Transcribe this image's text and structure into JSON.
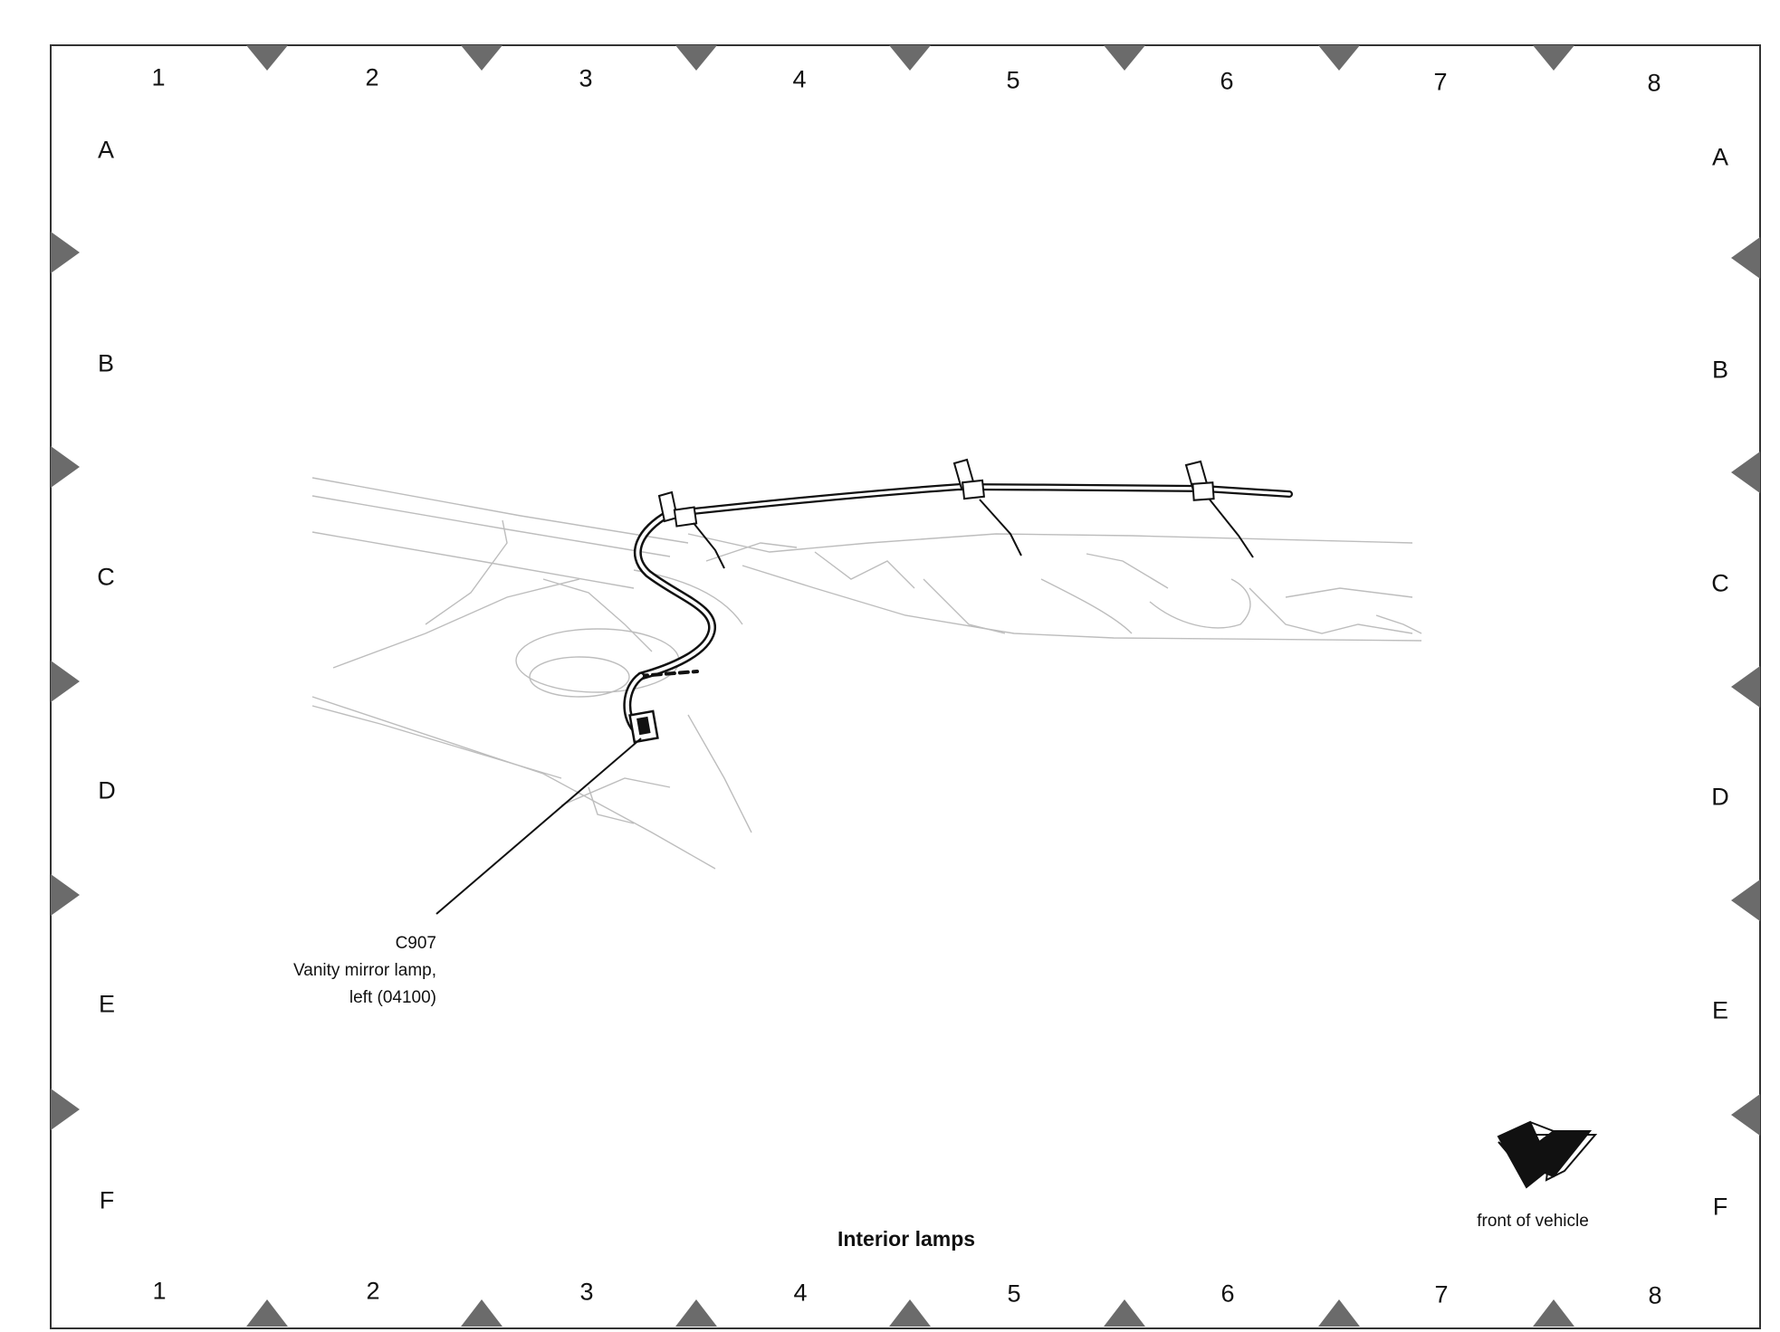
{
  "diagram": {
    "title": "Interior lamps",
    "grid_columns": [
      "1",
      "2",
      "3",
      "4",
      "5",
      "6",
      "7",
      "8"
    ],
    "grid_rows": [
      "A",
      "B",
      "C",
      "D",
      "E",
      "F"
    ],
    "connector": {
      "id": "C907",
      "description_line1": "Vanity mirror lamp,",
      "description_line2": "left (04100)"
    },
    "orientation_label": "front of vehicle",
    "colors": {
      "ink": "#111111",
      "marker": "#6b6b6b",
      "faint_line": "#bdbdbd"
    }
  }
}
